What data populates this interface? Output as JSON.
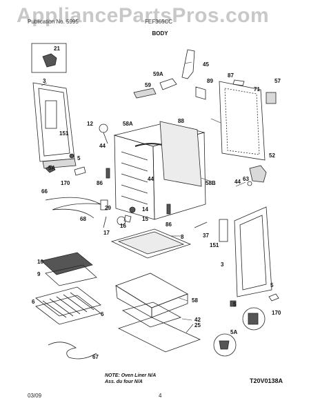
{
  "header": {
    "watermark": "AppliancePartsPros.com",
    "left_text": "Publication No. 5995",
    "right_text": "FEF366CC",
    "title": "BODY"
  },
  "callouts": {
    "c21": "21",
    "c3": "3",
    "c151": "151",
    "c45": "45",
    "c59A": "59A",
    "c59": "59",
    "c87": "87",
    "c89": "89",
    "c71": "71",
    "c57": "57",
    "c88": "88",
    "c12": "12",
    "c58A": "58A",
    "c44": "44",
    "c5": "5",
    "c5A": "5A",
    "c170": "170",
    "c86": "86",
    "c66": "66",
    "c68": "68",
    "c29": "29",
    "c14": "14",
    "c15": "15",
    "c16": "16",
    "c17": "17",
    "c58B": "58B",
    "c52": "52",
    "c63": "63",
    "c8": "8",
    "c37": "37",
    "c10": "10",
    "c9": "9",
    "c6": "6",
    "c58": "58",
    "c42": "42",
    "c25": "25",
    "c67": "67"
  },
  "note": {
    "line1": "NOTE: Oven Liner N/A",
    "line2": "Ass. du four N/A"
  },
  "diagram_code": "T20V0138A",
  "footer": {
    "date": "03/09",
    "page": "4"
  },
  "colors": {
    "line": "#222222",
    "shade": "#d9d9d9",
    "dark": "#555555"
  }
}
